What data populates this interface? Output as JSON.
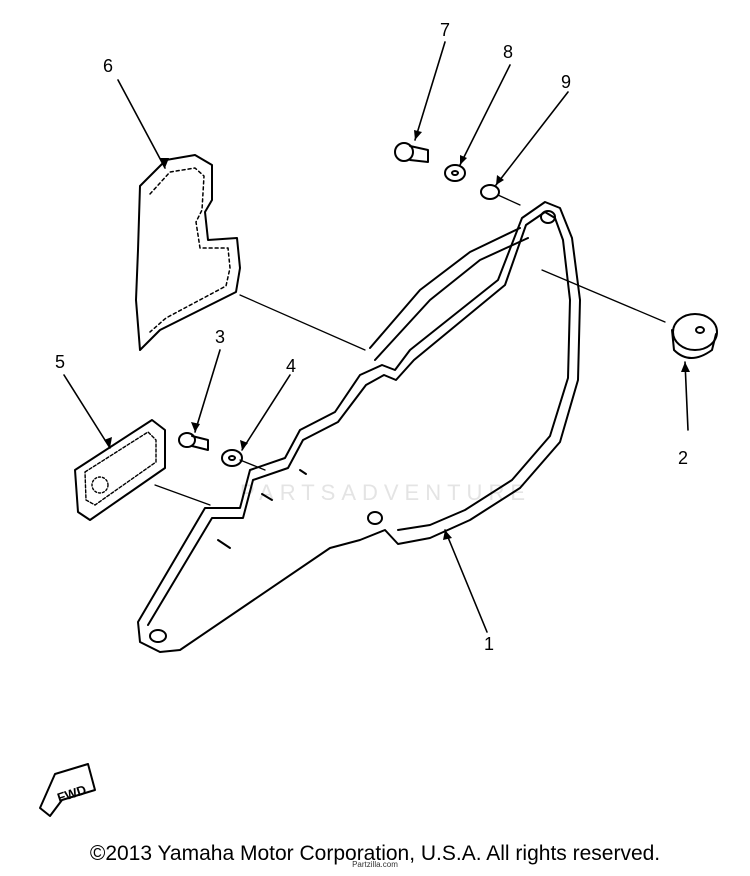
{
  "diagram": {
    "callouts": [
      "1",
      "2",
      "3",
      "4",
      "5",
      "6",
      "7",
      "8",
      "9"
    ],
    "fwd_label": "FWD",
    "watermark_text": "PARTSADVENTURE"
  },
  "footer": {
    "copyright": "©2013 Yamaha Motor Corporation, U.S.A. All rights reserved.",
    "credit": "Partzilla.com"
  }
}
